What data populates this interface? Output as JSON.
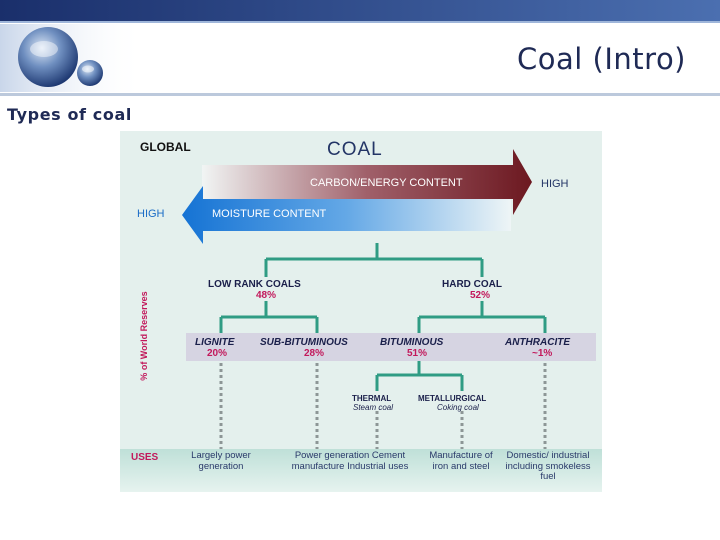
{
  "slide": {
    "title": "Coal (Intro)",
    "subtitle": "Types of coal"
  },
  "figure": {
    "global_label": "GLOBAL",
    "coal_label": "COAL",
    "carbon_label": "CARBON/ENERGY CONTENT",
    "carbon_high": "HIGH",
    "moisture_label": "MOISTURE CONTENT",
    "moisture_high": "HIGH",
    "y_axis_label": "% of World Reserves",
    "low_rank": {
      "label": "LOW RANK COALS",
      "pct": "48%"
    },
    "hard_coal": {
      "label": "HARD COAL",
      "pct": "52%"
    },
    "types": [
      {
        "label": "LIGNITE",
        "pct": "20%"
      },
      {
        "label": "SUB-BITUMINOUS",
        "pct": "28%"
      },
      {
        "label": "BITUMINOUS",
        "pct": "51%"
      },
      {
        "label": "ANTHRACITE",
        "pct": "~1%"
      }
    ],
    "subtypes": [
      {
        "label": "THERMAL",
        "sub": "Steam coal"
      },
      {
        "label": "METALLURGICAL",
        "sub": "Coking coal"
      }
    ],
    "uses_label": "USES",
    "uses": [
      "Largely power generation",
      "Power generation Cement manufacture Industrial uses",
      "Manufacture of iron and steel",
      "Domestic/ industrial including smokeless fuel"
    ],
    "colors": {
      "title": "#1f2a55",
      "carbon_arrow": "#7a1c22",
      "moisture_arrow": "#1f7fd6",
      "rank_text": "#1a1f4a",
      "pct_text": "#c2185b",
      "uses_label": "#c2185b"
    }
  }
}
